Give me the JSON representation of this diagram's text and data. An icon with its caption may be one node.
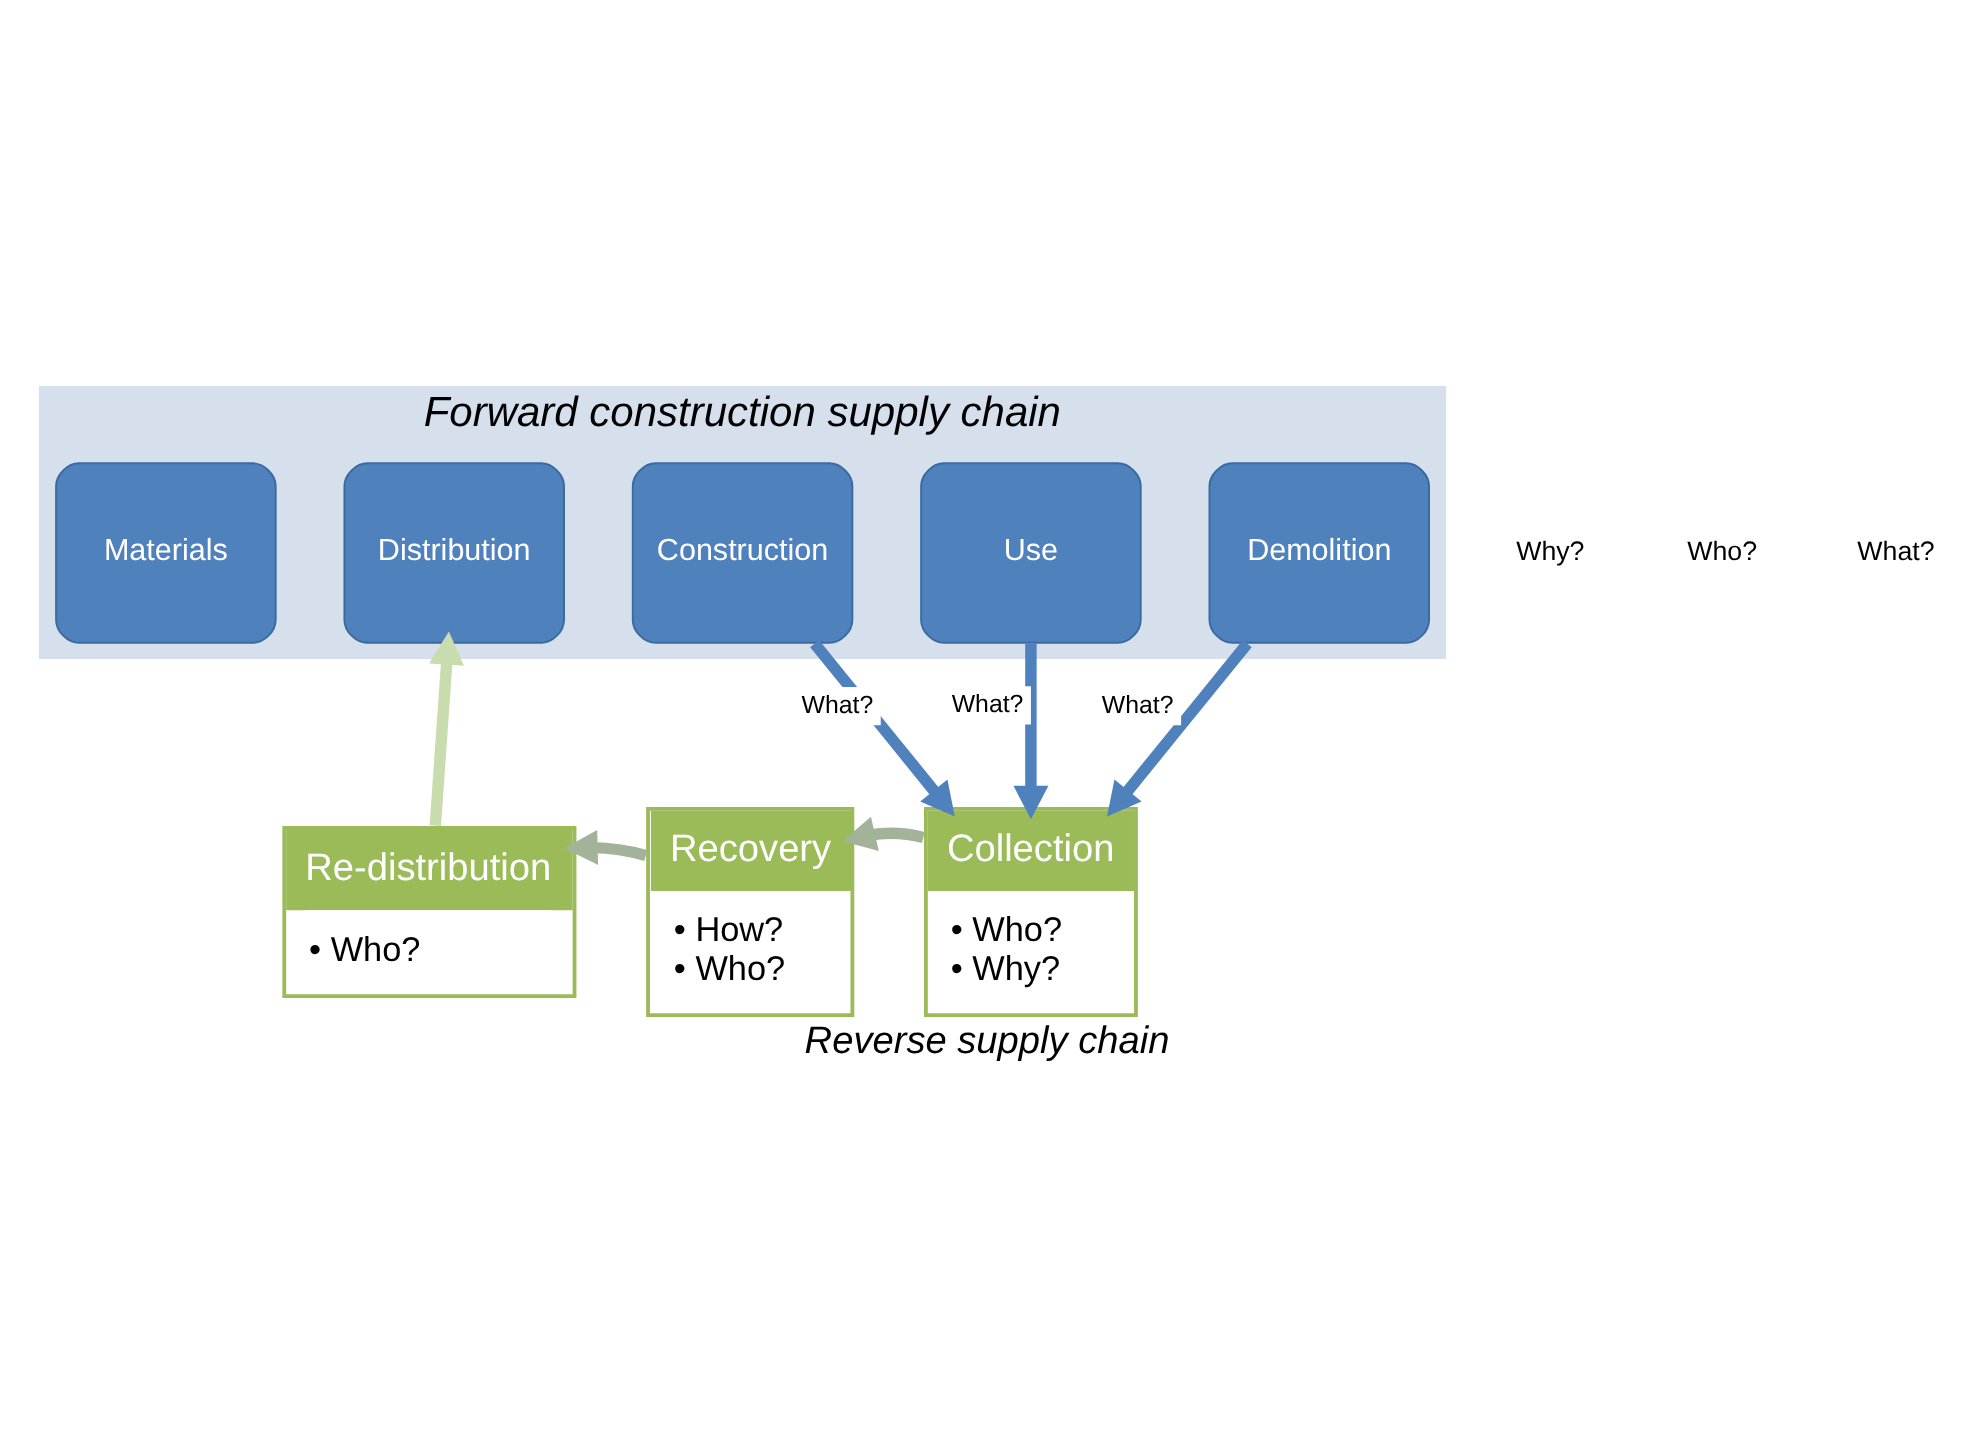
{
  "diagram": {
    "caption": "Reverse supply chain",
    "nodes": [
      {
        "text": [
          "Forward construction supply chain"
        ]
      },
      {
        "text": [
          "Materials"
        ],
        "in": 0
      },
      {
        "text": [
          "Distribution"
        ],
        "in": 0
      },
      {
        "text": [
          "Construction"
        ],
        "in": 0
      },
      {
        "text": [
          "Use"
        ],
        "in": 0
      },
      {
        "text": [
          "Demolition"
        ],
        "in": 0
      },
      {
        "text": [
          "Collection",
          "• Who?",
          "• Why?"
        ]
      },
      {
        "text": [
          "Recovery",
          "• How?",
          "• Who?"
        ]
      },
      {
        "text": [
          "Re-distribution",
          "• Who?"
        ]
      }
    ],
    "edges": [
      {
        "from": 3,
        "to": 6,
        "arrow": "to",
        "label": "What?"
      },
      {
        "from": 4,
        "to": 6,
        "arrow": "to",
        "label": "What?"
      },
      {
        "from": 5,
        "to": 6,
        "arrow": "to",
        "label": "What?"
      },
      {
        "from": 6,
        "to": 7,
        "arrow": "to",
        "color": "#a3b39a"
      },
      {
        "from": 7,
        "to": 8,
        "arrow": "to",
        "color": "#a3b39a"
      },
      {
        "from": 8,
        "to": 2,
        "arrow": "to",
        "color": "#c9dcae"
      }
    ],
    "labels": [
      "Why?",
      "Who?",
      "What?"
    ]
  }
}
